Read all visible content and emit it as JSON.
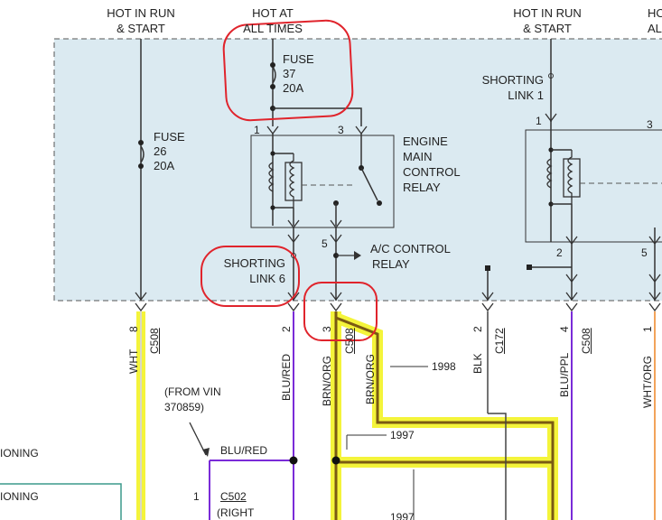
{
  "headers": {
    "left_run": [
      "HOT IN RUN",
      "& START"
    ],
    "always": [
      "HOT AT",
      "ALL TIMES"
    ],
    "right_run": [
      "HOT IN RUN",
      "& START"
    ],
    "far_right": [
      "HOT",
      "AL"
    ]
  },
  "fuses": {
    "fuse37": [
      "FUSE",
      "37",
      "20A"
    ],
    "fuse26": [
      "FUSE",
      "26",
      "20A"
    ]
  },
  "relay": {
    "name": [
      "ENGINE",
      "MAIN",
      "CONTROL",
      "RELAY"
    ],
    "pins": {
      "p1": "1",
      "p3": "3",
      "p5": "5"
    }
  },
  "ac_relay": [
    "A/C CONTROL",
    "RELAY"
  ],
  "shorting_link_1": [
    "SHORTING",
    "LINK 1"
  ],
  "shorting_link_6": [
    "SHORTING",
    "LINK 6"
  ],
  "right_relay_pins": {
    "p1": "1",
    "p3": "3",
    "p2": "2",
    "p5": "5"
  },
  "connectors": [
    {
      "pin": "8",
      "name": "C508",
      "wire": "WHT"
    },
    {
      "pin": "2",
      "name": "",
      "wire": "BLU/RED"
    },
    {
      "pin": "3",
      "name": "C508",
      "wire": "BRN/ORG"
    },
    {
      "pin": "",
      "name": "",
      "wire": "BRN/ORG"
    },
    {
      "pin": "2",
      "name": "C172",
      "wire": "BLK"
    },
    {
      "pin": "4",
      "name": "C508",
      "wire": "BLU/PPL"
    },
    {
      "pin": "1",
      "name": "",
      "wire": "WHT/ORG"
    }
  ],
  "year_notes": {
    "y1998": "1998",
    "y1997a": "1997",
    "y1997b": "1997"
  },
  "vin_note": [
    "(FROM VIN",
    "370859)"
  ],
  "blu_red_label": "BLU/RED",
  "c502": {
    "pin": "1",
    "name": "C502",
    "note": "(RIGHT"
  },
  "left_cut": [
    "IONING",
    "IONING"
  ],
  "colors": {
    "shade": "#dbeaf1",
    "highlight": "#f4f43a",
    "annotation_red": "#e0242c",
    "wire_blu_red": "#7a2bd8",
    "wire_brn_org": "#7a5a12",
    "wire_blu_ppl": "#7a2bd8",
    "wire_wht_org": "#f2a35a",
    "wire_teal": "#3c9a8c"
  }
}
